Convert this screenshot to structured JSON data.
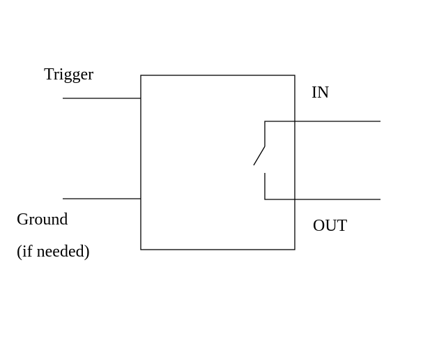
{
  "diagram": {
    "labels": {
      "trigger": "Trigger",
      "ground": "Ground",
      "if_needed": "(if needed)",
      "in": "IN",
      "out": "OUT"
    },
    "colors": {
      "line": "#000000",
      "background": "#ffffff"
    }
  }
}
